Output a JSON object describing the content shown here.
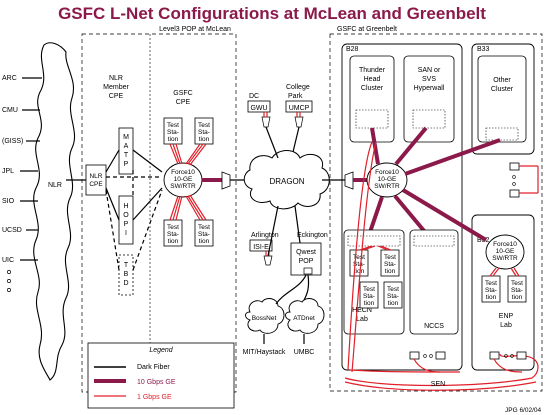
{
  "title": "GSFC L-Net Configurations at McLean and Greenbelt",
  "nlr_cloud": {
    "label": "NLR",
    "sites": [
      "ARC",
      "CMU",
      "(GISS)",
      "JPL",
      "SIO",
      "UCSD",
      "UIC"
    ]
  },
  "mclean": {
    "label": "Level3 POP at McLean",
    "nlr_member_cpe": "NLR Member CPE",
    "nlr_cpe": "NLR CPE",
    "matp": [
      "M",
      "A",
      "T",
      "P"
    ],
    "hopi": [
      "H",
      "O",
      "P",
      "I"
    ],
    "tbd": [
      "T",
      "B",
      "D"
    ],
    "gsfc_cpe": "GSFC CPE",
    "switch": [
      "Force10",
      "10-GE",
      "SW/RTR"
    ],
    "test_station": [
      "Test",
      "Sta-",
      "tion"
    ]
  },
  "middle": {
    "dc": "DC",
    "gwu": "GWU",
    "college_park": "College Park",
    "umcp": "UMCP",
    "dragon": "DRAGON",
    "arlington": "Arlington",
    "isie": "ISI-E",
    "eckington": "Eckington",
    "qwest_pop": [
      "Qwest",
      "POP"
    ],
    "bossnet": "BossNet",
    "atdnet": "ATDnet",
    "mit": "MIT/Haystack",
    "umbc": "UMBC"
  },
  "greenbelt": {
    "label": "GSFC at Greenbelt",
    "b28": "B28",
    "b33": "B33",
    "b32": "B32",
    "thunderhead": [
      "Thunder",
      "Head",
      "Cluster"
    ],
    "san": [
      "SAN or",
      "SVS",
      "Hyperwall"
    ],
    "other_cluster": [
      "Other",
      "Cluster"
    ],
    "switch_main": [
      "Force10",
      "10-GE",
      "SW/RTR"
    ],
    "switch_b32": [
      "Force10",
      "10-GE",
      "SW/RTR"
    ],
    "hecn": [
      "HECN",
      "Lab"
    ],
    "nccs": "NCCS",
    "enp": [
      "ENP",
      "Lab"
    ],
    "sen": "SEN"
  },
  "legend": {
    "title": "Legend",
    "items": [
      "Dark Fiber",
      "10 Gbps GE",
      "1 Gbps GE"
    ],
    "colors": {
      "dark_fiber": "#000000",
      "ten_gbps": "#8b1a4a",
      "one_gbps": "#e0202a"
    }
  },
  "credit": "JPG 6/02/04"
}
